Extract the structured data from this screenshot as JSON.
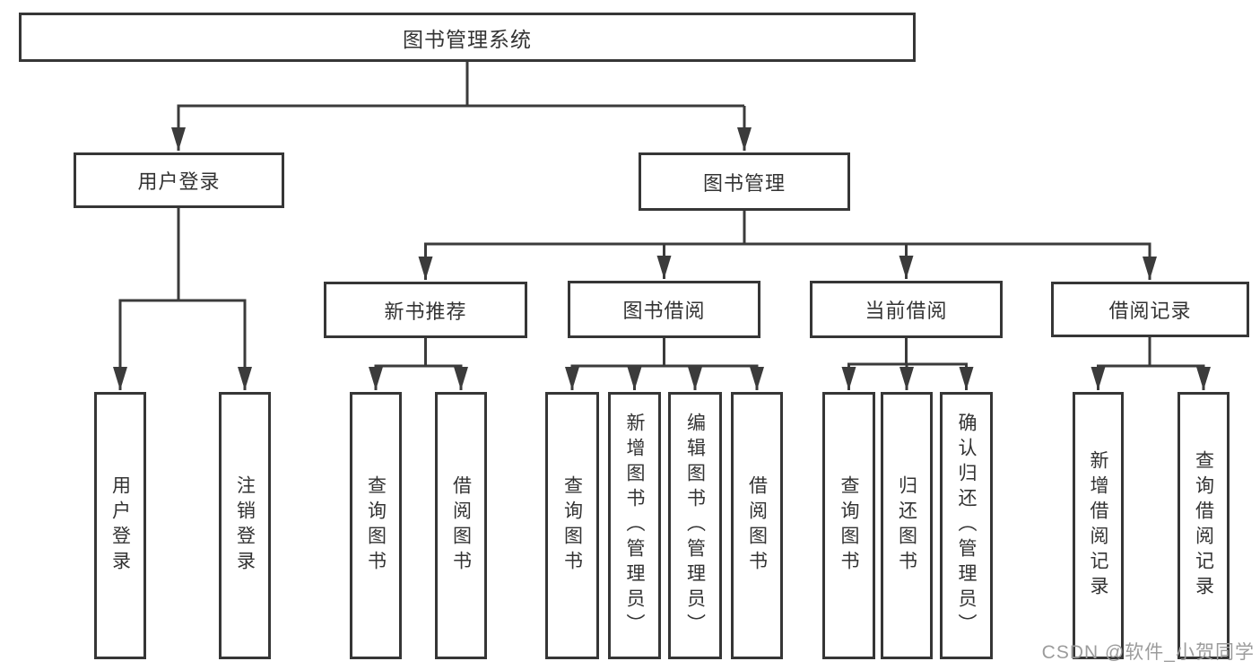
{
  "diagram_title": "图书管理系统",
  "tree": {
    "root": {
      "label": "图书管理系统",
      "children": [
        {
          "label": "用户登录",
          "children": [
            {
              "label": "用户登录"
            },
            {
              "label": "注销登录"
            }
          ]
        },
        {
          "label": "图书管理",
          "children": [
            {
              "label": "新书推荐",
              "children": [
                {
                  "label": "查询图书"
                },
                {
                  "label": "借阅图书"
                }
              ]
            },
            {
              "label": "图书借阅",
              "children": [
                {
                  "label": "查询图书"
                },
                {
                  "label": "新增图书（管理员）"
                },
                {
                  "label": "编辑图书（管理员）"
                },
                {
                  "label": "借阅图书"
                }
              ]
            },
            {
              "label": "当前借阅",
              "children": [
                {
                  "label": "查询图书"
                },
                {
                  "label": "归还图书"
                },
                {
                  "label": "确认归还（管理员）"
                }
              ]
            },
            {
              "label": "借阅记录",
              "children": [
                {
                  "label": "新增借阅记录"
                },
                {
                  "label": "查询借阅记录"
                }
              ]
            }
          ]
        }
      ]
    }
  },
  "watermark": {
    "text": "CSDN @软件_小贺同学"
  },
  "colors": {
    "line": "#3b3b3b",
    "box_border": "#363636",
    "text": "#333333",
    "watermark": "#9c9c9c",
    "background": "#ffffff"
  }
}
